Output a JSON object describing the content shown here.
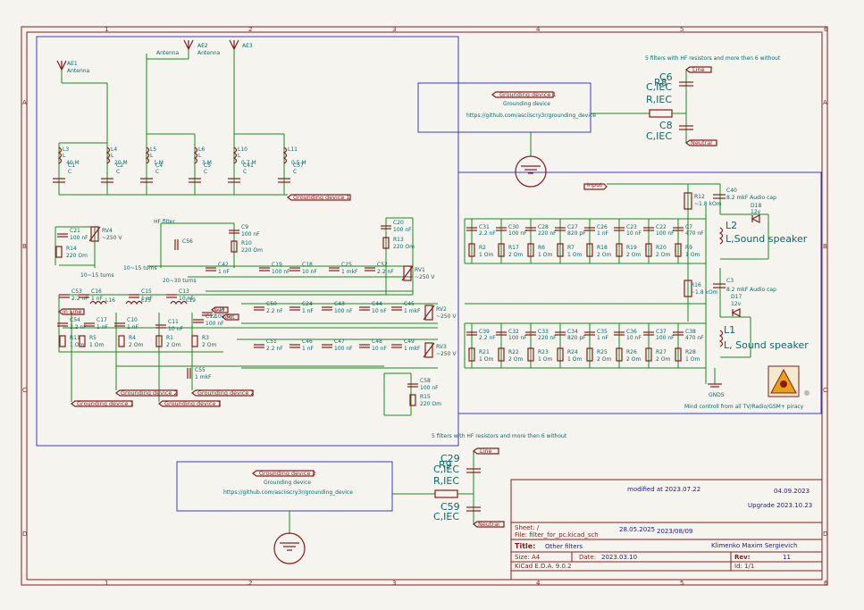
{
  "border": {
    "columns": [
      "1",
      "2",
      "3",
      "4",
      "5",
      "6"
    ],
    "rows": [
      "A",
      "B",
      "C",
      "D"
    ]
  },
  "antennas": [
    {
      "ref": "AE1",
      "value": "Antenna"
    },
    {
      "ref": "AE2",
      "value": "Antenna"
    },
    {
      "ref": "AE3",
      "value": ""
    }
  ],
  "antenna_extra": {
    "label": "Antenna"
  },
  "coils_top": [
    {
      "ref": "L3",
      "type": "L",
      "value": "40 M"
    },
    {
      "ref": "L4",
      "type": "L",
      "value": "20 M"
    },
    {
      "ref": "L5",
      "type": "L",
      "value": "1 M"
    },
    {
      "ref": "L6",
      "type": "L",
      "value": "3 M"
    },
    {
      "ref": "L10",
      "type": "L",
      "value": "0.7 M"
    },
    {
      "ref": "L11",
      "type": "",
      "value": "0.5 M"
    }
  ],
  "caps_top": [
    {
      "ref": "C1",
      "value": "C"
    },
    {
      "ref": "C2",
      "value": "C"
    },
    {
      "ref": "C4",
      "value": "C"
    },
    {
      "ref": "C5",
      "value": "C"
    },
    {
      "ref": "C41",
      "value": "C"
    },
    {
      "ref": "C57",
      "value": "C"
    }
  ],
  "labels": {
    "gnd1": "Grounding device 1",
    "gnd2": "Grounding device 2",
    "gnds": "GNDS",
    "input": "Input",
    "line": "Line",
    "neutral": "Neutral",
    "in_line": "in Line",
    "out": "out",
    "hf_filter": "HF filter",
    "turns_a": "10~15 turns",
    "turns_b": "10~15 turns",
    "turns_c": "20~30 turns"
  },
  "gnd_block1": {
    "title": "Grounding device 1",
    "sub": "Grounding device",
    "url": "https://github.com/asciiscry3r/grounding_device"
  },
  "gnd_block2": {
    "title": "Grounding device 2",
    "sub": "Grounding device",
    "url": "https://github.com/asciiscry3r/grounding_device"
  },
  "notes": {
    "top": "5 filters with HF resistors and more then 6 without",
    "bottom": "5 filters with HF resistors and more then 6 without",
    "mind": "Mind controll from all TV/Radio/GSM+ piracy"
  },
  "hf_parts_top": [
    {
      "ref": "C6",
      "val": "R,IEC"
    },
    {
      "ref": "R8",
      "val": "C,IEC"
    },
    {
      "ref": "C8",
      "val": "C,IEC"
    }
  ],
  "hf_parts_bottom": [
    {
      "ref": "C29",
      "val": "C,IEC"
    },
    {
      "ref": "R9",
      "val": "R,IEC"
    },
    {
      "ref": "C59",
      "val": "C,IEC"
    }
  ],
  "speaker_block": {
    "r12": "R12",
    "r12v": "~1.8 kOm",
    "c40": "C40",
    "c40v": "8.2 mkF Audio cap",
    "d18": "D18",
    "d18v": "12v",
    "l2": "L2",
    "l2v": "L,Sound speaker",
    "r16": "R16",
    "r16v": "~1.8 kOm",
    "c3": "C3",
    "c3v": "8.2 mkF Audio cap",
    "d17": "D17",
    "d17v": "12v",
    "l1": "L1",
    "l1v": "L, Sound speaker"
  },
  "rc_row1": {
    "caps": [
      {
        "ref": "C31",
        "val": "2.2 nF"
      },
      {
        "ref": "C30",
        "val": "100 nF"
      },
      {
        "ref": "C28",
        "val": "220 nF"
      },
      {
        "ref": "C27",
        "val": "820 pF"
      },
      {
        "ref": "C26",
        "val": "1 nF"
      },
      {
        "ref": "C23",
        "val": "10 nF"
      },
      {
        "ref": "C22",
        "val": "100 nF"
      },
      {
        "ref": "C7",
        "val": "470 nF"
      }
    ],
    "res": [
      {
        "ref": "R2",
        "val": "1 Om"
      },
      {
        "ref": "R17",
        "val": "2 Om"
      },
      {
        "ref": "R6",
        "val": "1 Om"
      },
      {
        "ref": "R7",
        "val": "1 Om"
      },
      {
        "ref": "R18",
        "val": "2 Om"
      },
      {
        "ref": "R19",
        "val": "2 Om"
      },
      {
        "ref": "R20",
        "val": "2 Om"
      },
      {
        "ref": "R9",
        "val": "1 Om"
      }
    ]
  },
  "rc_row2": {
    "caps": [
      {
        "ref": "C39",
        "val": "2.2 nF"
      },
      {
        "ref": "C32",
        "val": "100 nF"
      },
      {
        "ref": "C33",
        "val": "220 nF"
      },
      {
        "ref": "C34",
        "val": "820 pF"
      },
      {
        "ref": "C35",
        "val": "1 nF"
      },
      {
        "ref": "C36",
        "val": "10 nF"
      },
      {
        "ref": "C37",
        "val": "100 nF"
      },
      {
        "ref": "C38",
        "val": "470 nF"
      }
    ],
    "res": [
      {
        "ref": "R21",
        "val": "1 Om"
      },
      {
        "ref": "R22",
        "val": "2 Om"
      },
      {
        "ref": "R23",
        "val": "1 Om"
      },
      {
        "ref": "R24",
        "val": "1 Om"
      },
      {
        "ref": "R25",
        "val": "2 Om"
      },
      {
        "ref": "R26",
        "val": "2 Om"
      },
      {
        "ref": "R27",
        "val": "2 Om"
      },
      {
        "ref": "R28",
        "val": "1 Om"
      }
    ]
  },
  "filter_parts": [
    {
      "ref": "C21",
      "val": "100 nF"
    },
    {
      "ref": "RV4",
      "val": "~250 V"
    },
    {
      "ref": "R14",
      "val": "220 Om"
    },
    {
      "ref": "C9",
      "val": "100 nF"
    },
    {
      "ref": "R10",
      "val": "220 Om"
    },
    {
      "ref": "C20",
      "val": "100 nF"
    },
    {
      "ref": "R13",
      "val": "220 Om"
    },
    {
      "ref": "C56",
      "val": ""
    },
    {
      "ref": "C42",
      "val": "1 nF"
    },
    {
      "ref": "C19",
      "val": "100 nF"
    },
    {
      "ref": "C18",
      "val": "10 nF"
    },
    {
      "ref": "C25",
      "val": "1 mkF"
    },
    {
      "ref": "C52",
      "val": "2.2 nF"
    },
    {
      "ref": "RV1",
      "val": "~250 V"
    },
    {
      "ref": "C53",
      "val": "2.2 nF"
    },
    {
      "ref": "L16",
      "val": ""
    },
    {
      "ref": "C16",
      "val": "1 nF"
    },
    {
      "ref": "L15",
      "val": ""
    },
    {
      "ref": "C15",
      "val": "1 nF"
    },
    {
      "ref": "C13",
      "val": "10 nF"
    },
    {
      "ref": "L19",
      "val": ""
    },
    {
      "ref": "C50",
      "val": "2.2 nF"
    },
    {
      "ref": "C24",
      "val": "1 nF"
    },
    {
      "ref": "C43",
      "val": "100 nF"
    },
    {
      "ref": "C44",
      "val": "10 nF"
    },
    {
      "ref": "C45",
      "val": "1 mkF"
    },
    {
      "ref": "RV2",
      "val": "~250 V"
    },
    {
      "ref": "C54",
      "val": "2.2 nF"
    },
    {
      "ref": "C17",
      "val": "1 nF"
    },
    {
      "ref": "C10",
      "val": "1 nF"
    },
    {
      "ref": "C11",
      "val": "10 nF"
    },
    {
      "ref": "C12",
      "val": "100 nF"
    },
    {
      "ref": "C14",
      "val": "100 nF"
    },
    {
      "ref": "C51",
      "val": "2.2 nF"
    },
    {
      "ref": "C46",
      "val": "1 nF"
    },
    {
      "ref": "C47",
      "val": "100 nF"
    },
    {
      "ref": "C48",
      "val": "10 nF"
    },
    {
      "ref": "C49",
      "val": "1 mkF"
    },
    {
      "ref": "RV3",
      "val": "~250 V"
    },
    {
      "ref": "R11",
      "val": "1 Om"
    },
    {
      "ref": "R5",
      "val": "1 Om"
    },
    {
      "ref": "R4",
      "val": "2 Om"
    },
    {
      "ref": "R1",
      "val": "2 Om"
    },
    {
      "ref": "R3",
      "val": "2 Om"
    },
    {
      "ref": "C55",
      "val": "1 mkF"
    },
    {
      "ref": "C58",
      "val": "100 nF"
    },
    {
      "ref": "R15",
      "val": "220 Om"
    }
  ],
  "title_block": {
    "modified": "modified at 2023.07.22",
    "date_right": "04.09.2023",
    "upgrade": "Upgrade 2023.10.23",
    "sheet_label": "Sheet: /",
    "file_label": "File: filter_for_pc.kicad_sch",
    "saved_date": "28.05.2025",
    "sheet_date": "2023/08/09",
    "title_label": "Title:",
    "title_value": "Other filters",
    "author": "Klimenko Maxim Sergievich",
    "size_label": "Size: A4",
    "date_label": "Date:",
    "date_value": "2023.03.10",
    "rev_label": "Rev:",
    "rev_value": "11",
    "tool": "KiCad E.D.A. 9.0.2",
    "id": "Id: 1/1"
  }
}
